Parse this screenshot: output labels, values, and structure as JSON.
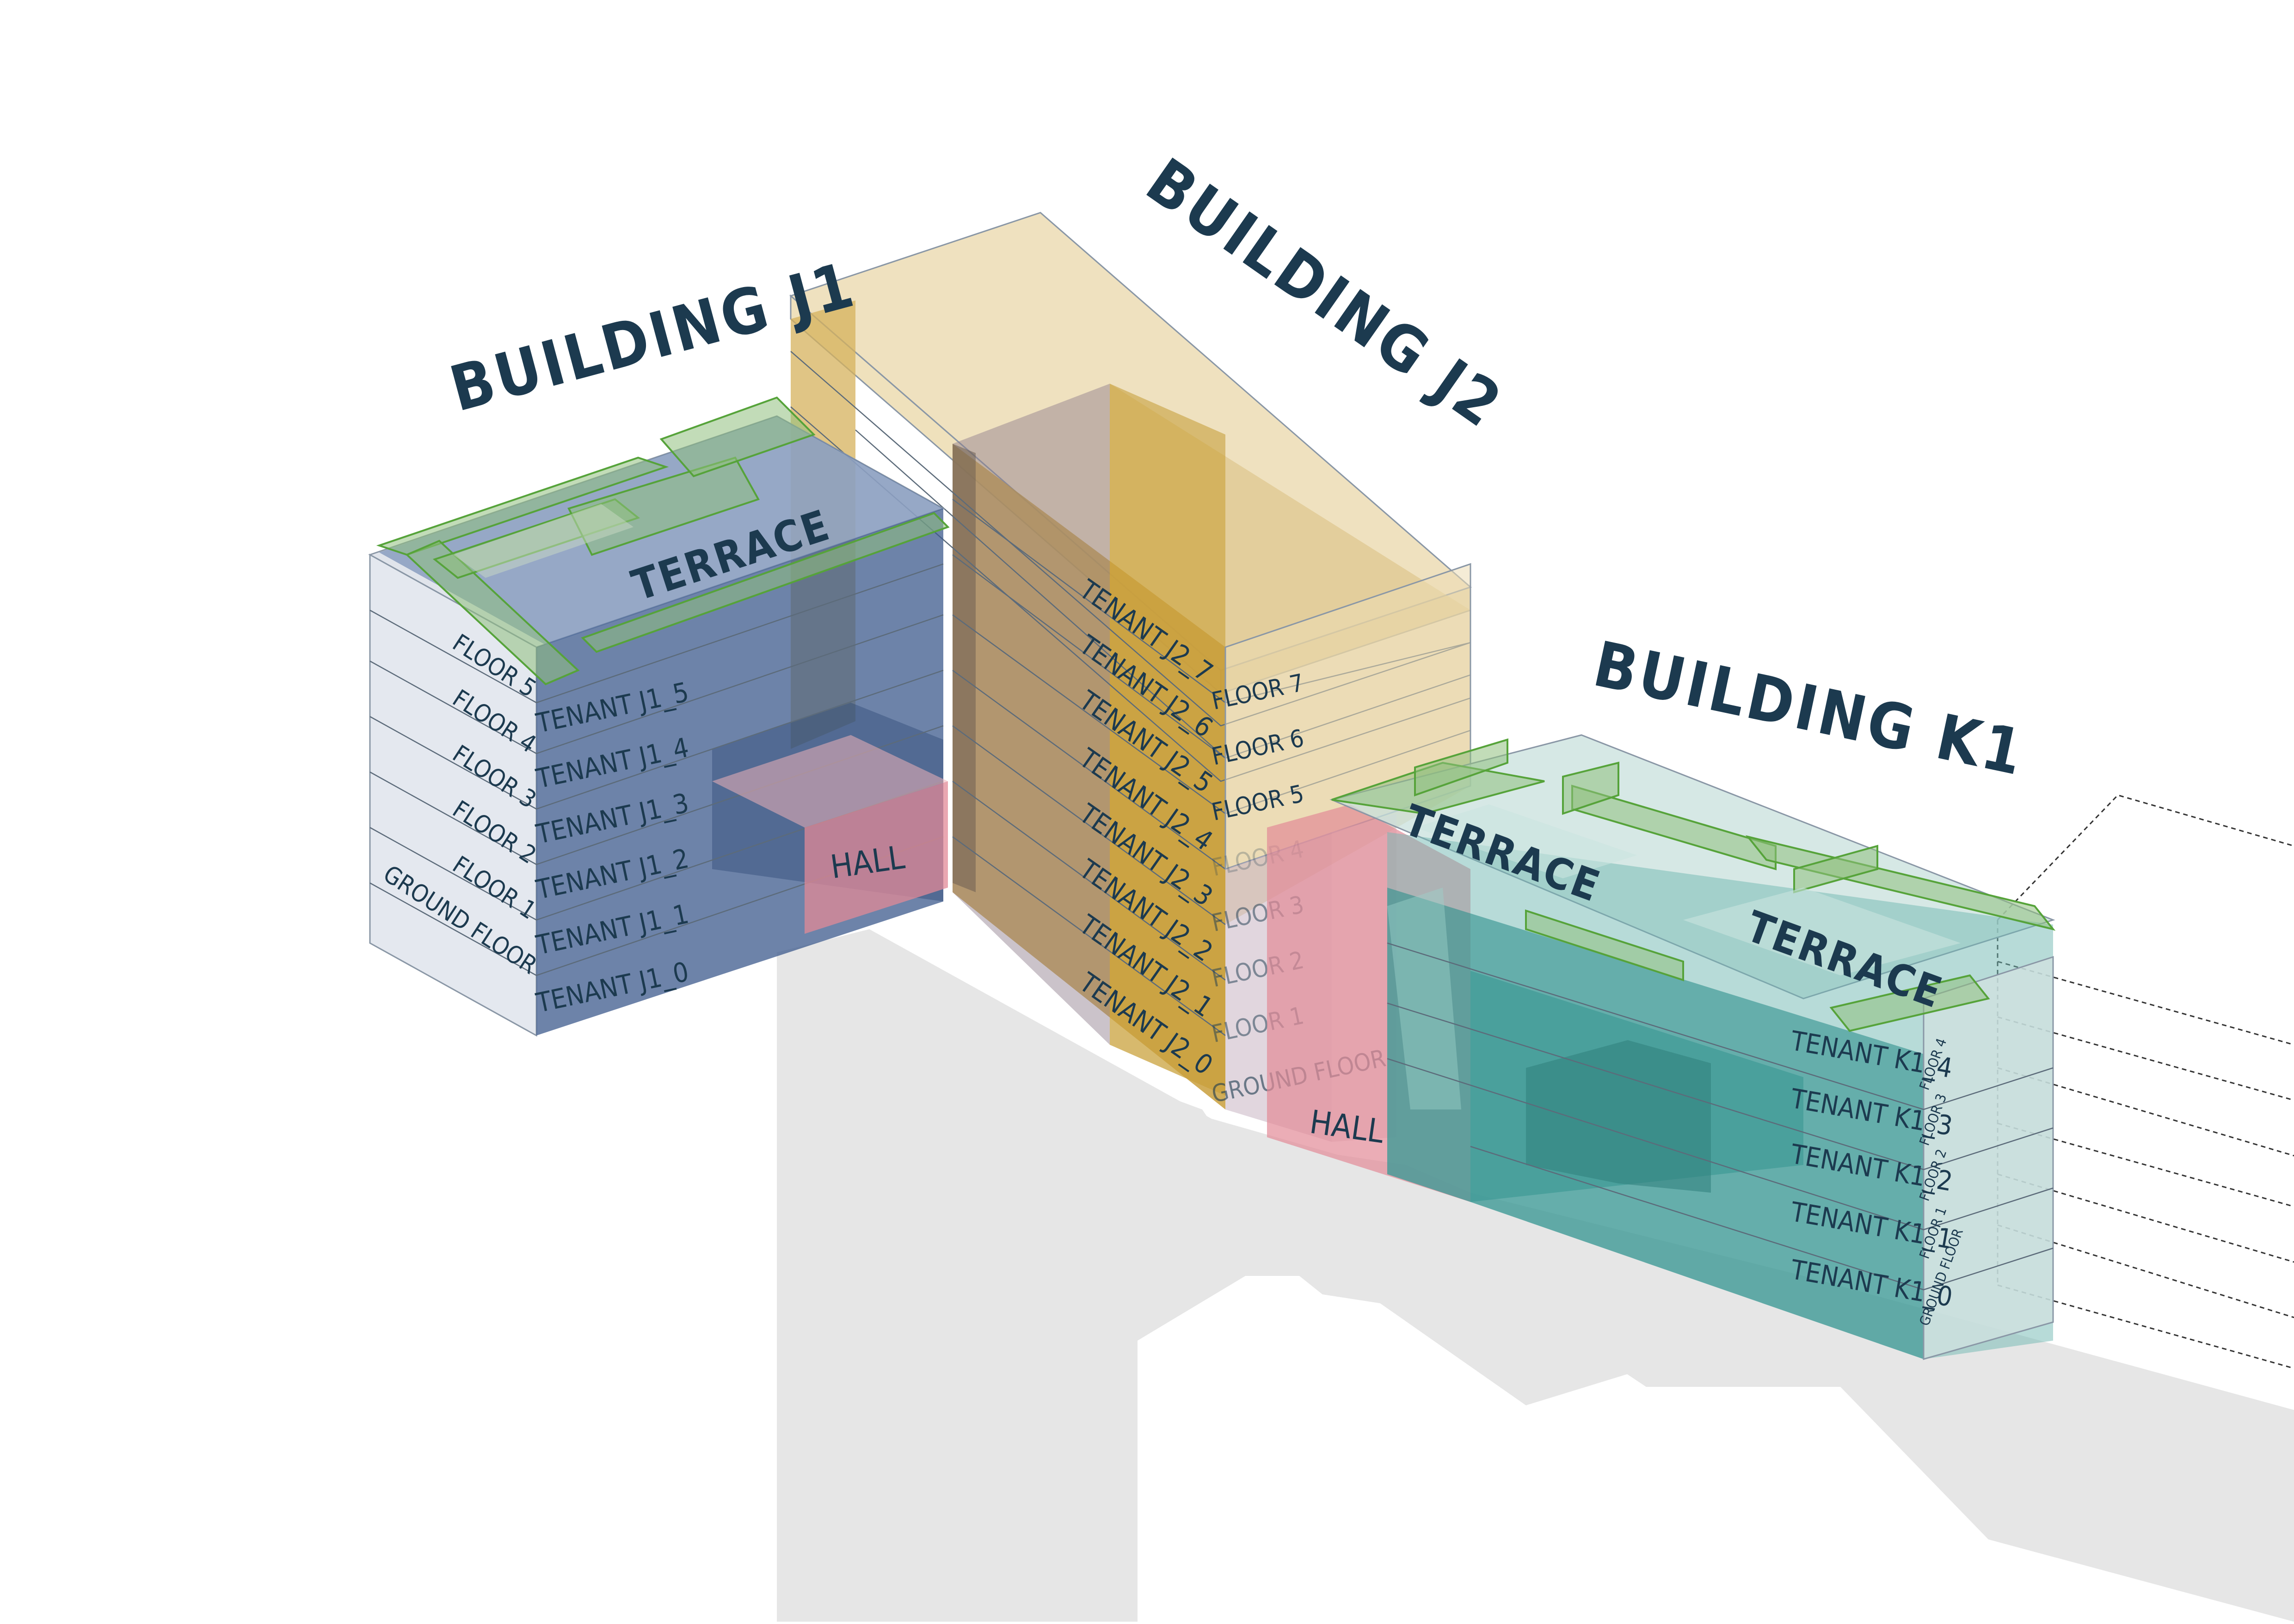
{
  "buildings": {
    "j1": {
      "title": "BUILDING J1",
      "terrace": "TERRACE",
      "hall": "HALL",
      "floors": [
        "FLOOR 5",
        "FLOOR 4",
        "FLOOR 3",
        "FLOOR 2",
        "FLOOR 1",
        "GROUND FLOOR"
      ],
      "tenants": [
        "TENANT J1_5",
        "TENANT J1_4",
        "TENANT J1_3",
        "TENANT J1_2",
        "TENANT J1_1",
        "TENANT J1_0"
      ]
    },
    "j2": {
      "title": "BUILDING J2",
      "tenants": [
        "TENANT J2_7",
        "TENANT J2_6",
        "TENANT J2_5",
        "TENANT J2_4",
        "TENANT J2_3",
        "TENANT J2_2",
        "TENANT J2_1",
        "TENANT J2_0"
      ],
      "floors": [
        "FLOOR 7",
        "FLOOR 6",
        "FLOOR 5",
        "FLOOR 4",
        "FLOOR 3",
        "FLOOR 2",
        "FLOOR 1",
        "GROUND FLOOR"
      ],
      "hall": "HALL"
    },
    "k1": {
      "title": "BUILDING K1",
      "terrace_1": "TERRACE",
      "terrace_2": "TERRACE",
      "tenants": [
        "TENANT K1_4",
        "TENANT K1_3",
        "TENANT K1_2",
        "TENANT K1_1",
        "TENANT K1_0"
      ],
      "floors": [
        "FLOOR 4",
        "FLOOR 3",
        "FLOOR 2",
        "FLOOR 1",
        "GROUND FLOOR"
      ]
    }
  },
  "colors": {
    "j1_blue": "#3c5a8c",
    "j2_gold": "#c9a03c",
    "k1_teal": "#3e9a96",
    "hall_pink": "#e28a97",
    "terrace_green": "#7db36a",
    "text_navy": "#1c3a4f",
    "shadow_grey": "#e6e6e6"
  }
}
